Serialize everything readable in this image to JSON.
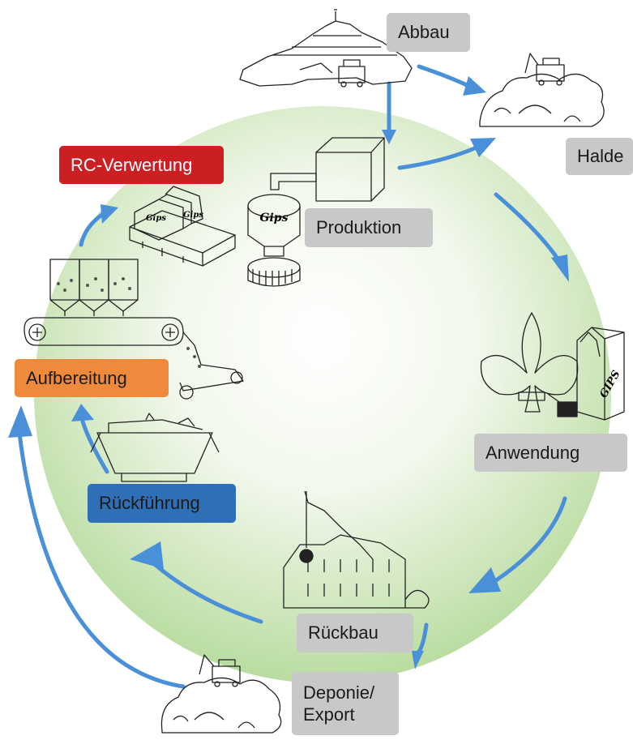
{
  "labels": {
    "abbau": "Abbau",
    "halde": "Halde",
    "produktion": "Produktion",
    "rc_verwertung": "RC-Verwertung",
    "aufbereitung": "Aufbereitung",
    "anwendung": "Anwendung",
    "rueckfuehrung": "Rückführung",
    "rueckbau": "Rückbau",
    "deponie": "Deponie/\nExport"
  },
  "sketch_text": {
    "gips_silo": "Gips",
    "gips_bag": "GIPS",
    "gips_sack_1": "Gips",
    "gips_sack_2": "Gips"
  },
  "colors": {
    "arrow": "#4a90d9",
    "circle_center": "#ffffff",
    "circle_edge": "#b9dca0",
    "gray_box": "#c8c8c8",
    "red_box": "#cc1f24",
    "orange_box": "#ef8a3d",
    "blue_box": "#2e6fb5"
  },
  "icons": [
    "mountain-quarry-icon",
    "waste-heap-icon",
    "factory-silo-icon",
    "pallet-sacks-icon",
    "conveyor-silos-icon",
    "fleur-de-lis-plaster-icon",
    "skip-container-icon",
    "demolition-building-icon",
    "landfill-heap-icon"
  ]
}
